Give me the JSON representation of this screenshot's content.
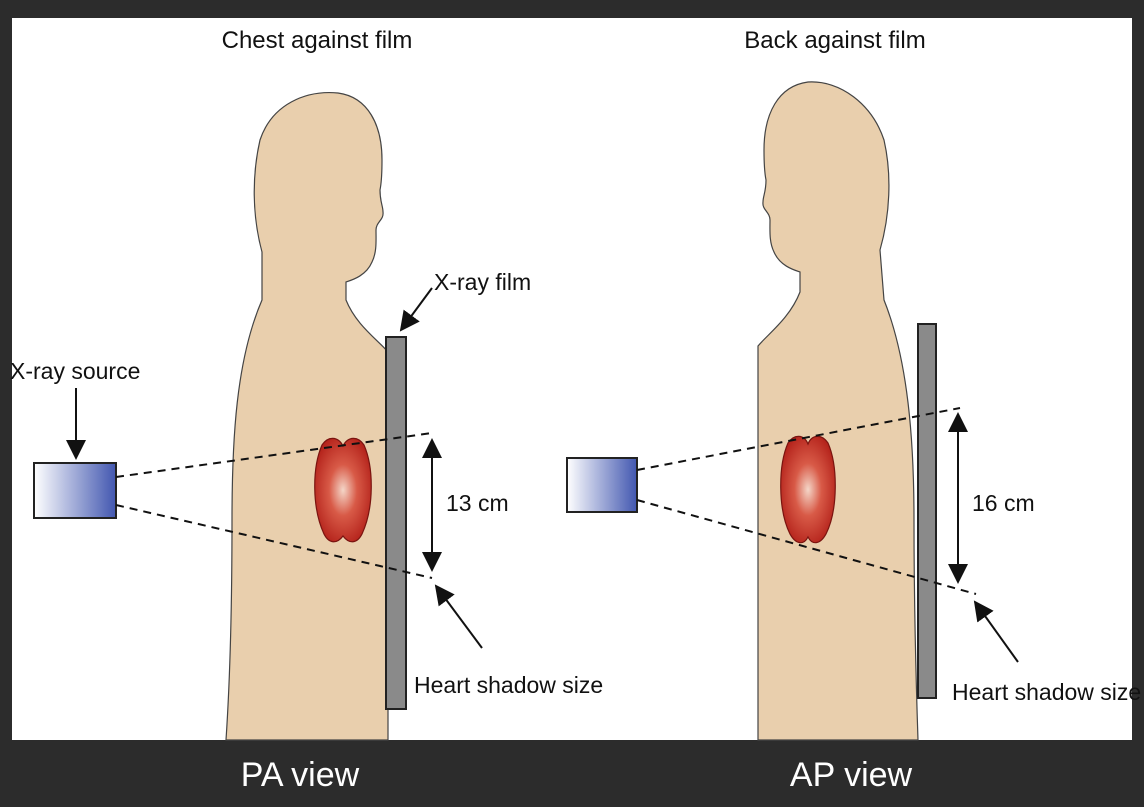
{
  "left_panel": {
    "heading": "Chest against film",
    "film_label": "X-ray film",
    "source_label": "X-ray source",
    "measurement": "13 cm",
    "shadow_label": "Heart shadow size",
    "caption": "PA view"
  },
  "right_panel": {
    "heading": "Back against film",
    "measurement": "16 cm",
    "shadow_label": "Heart shadow size",
    "caption": "AP view"
  },
  "colors": {
    "background": "#2c2c2c",
    "panel": "#ffffff",
    "skin": "#e9cfad",
    "film": "#8a8a8a",
    "heart": "#c8372b",
    "source": "#4d63b8"
  }
}
